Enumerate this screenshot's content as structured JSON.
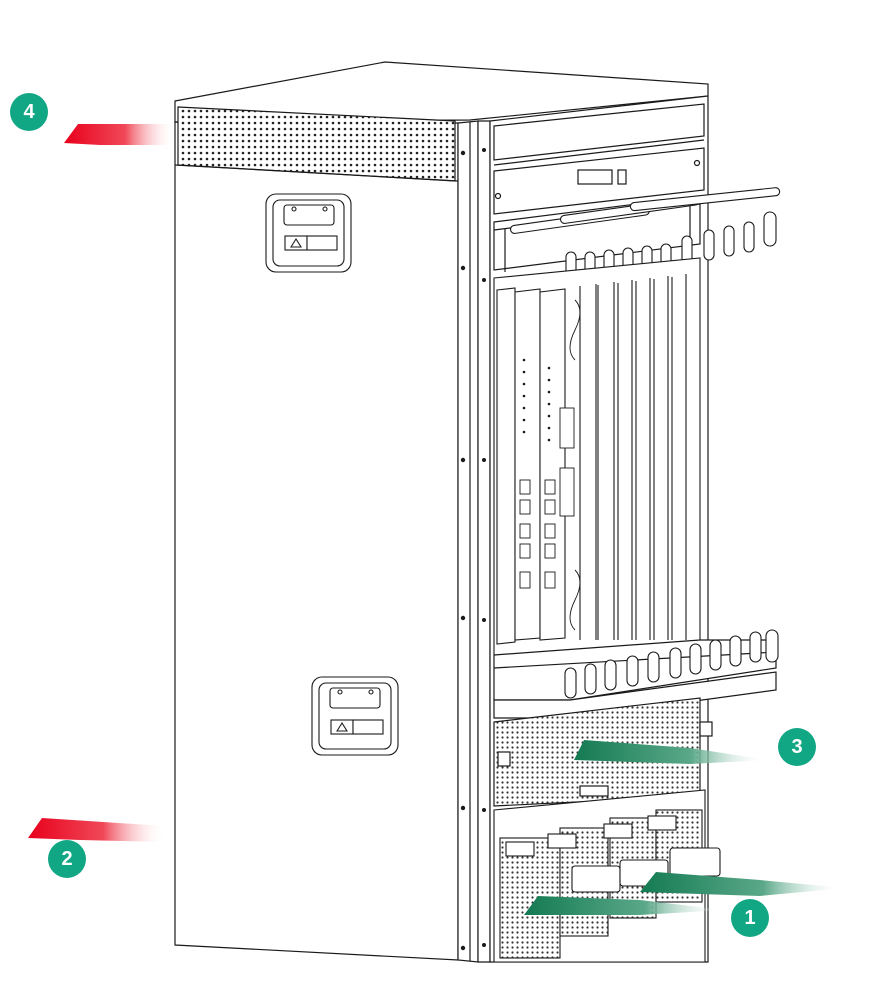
{
  "callouts": [
    {
      "id": "4",
      "label": "4"
    },
    {
      "id": "2",
      "label": "2"
    },
    {
      "id": "3",
      "label": "3"
    },
    {
      "id": "1",
      "label": "1"
    }
  ],
  "colors": {
    "callout": "#12a784",
    "exhaust_arrow": "#e8001c",
    "intake_arrow": "#137a52",
    "line": "#1a1a1a"
  }
}
